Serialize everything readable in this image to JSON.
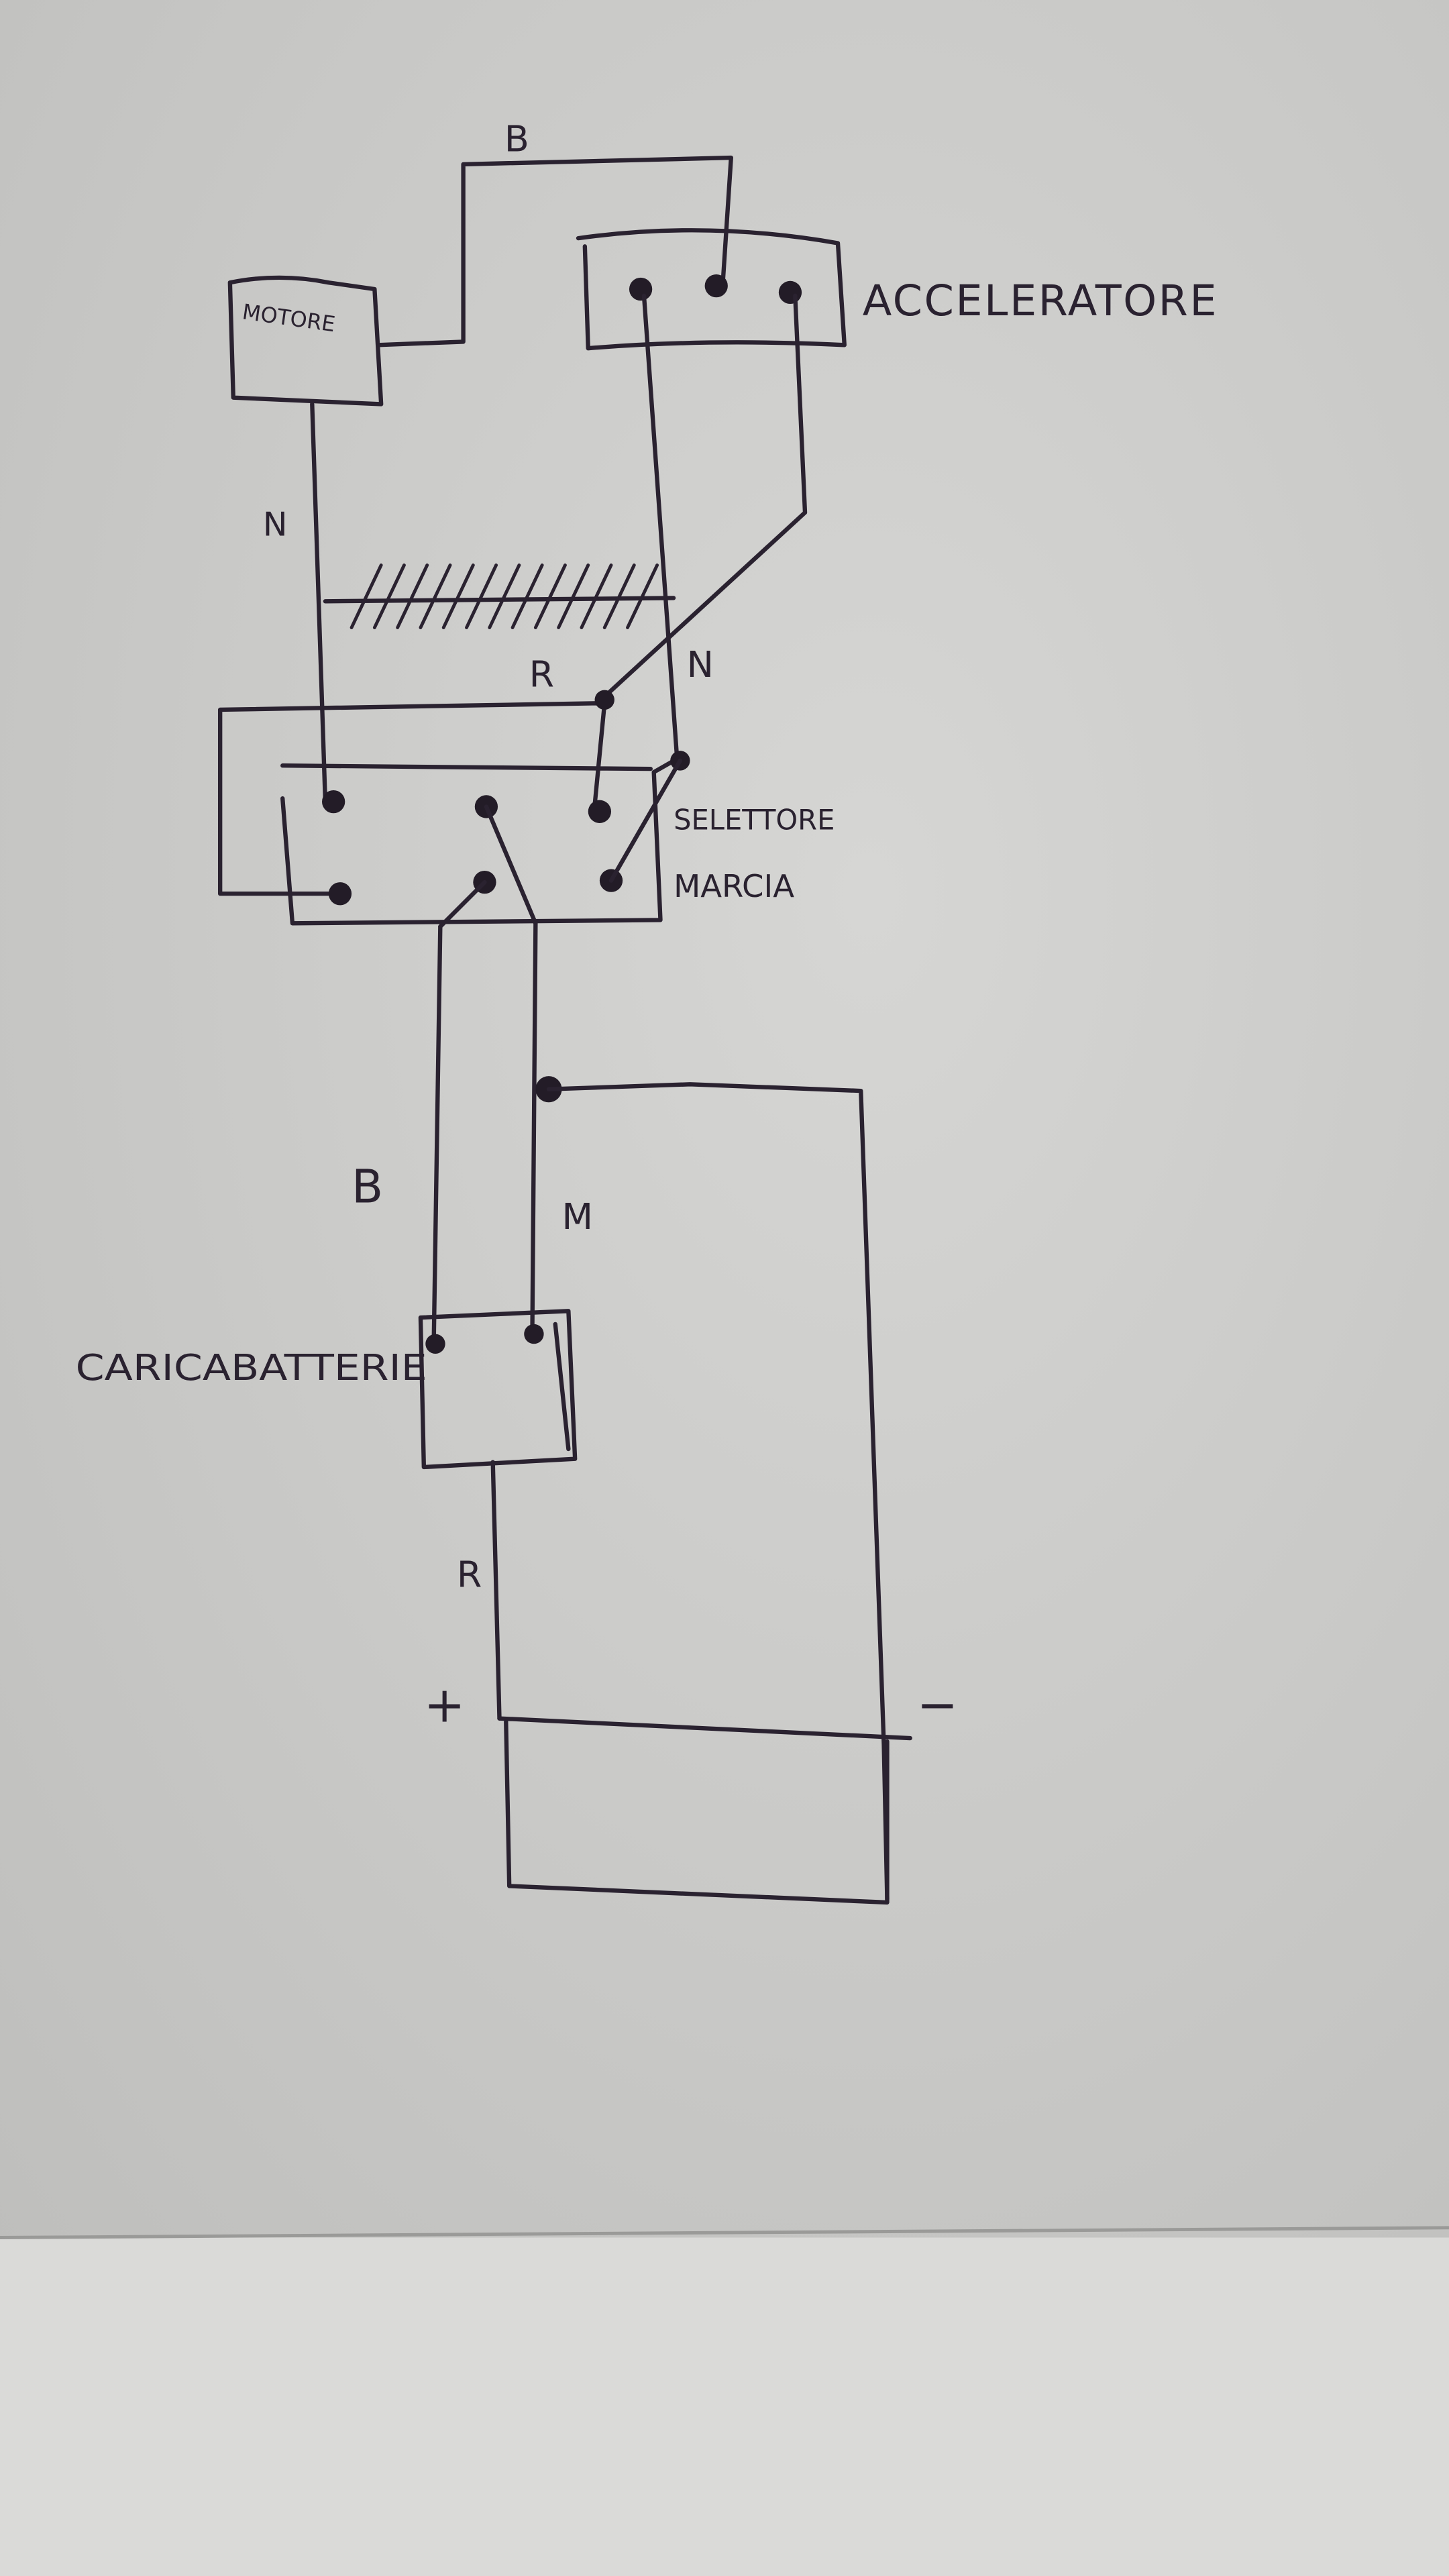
{
  "diagram": {
    "components": {
      "motor": "MOTORE",
      "accelerator": "ACCELERATORE",
      "gear_selector_line1": "SELETTORE",
      "gear_selector_line2": "MARCIA",
      "charger": "CARICABATTERIE",
      "battery_positive": "+",
      "battery_negative": "−"
    },
    "wire_labels": {
      "top_wire": "B",
      "motor_wire": "N",
      "selector_r": "R",
      "selector_n": "N",
      "charger_b": "B",
      "charger_m": "M",
      "battery_r": "R"
    },
    "colors": {
      "ink": "#2a2230",
      "paper": "#cfcfcd",
      "board": "#dcdcda"
    }
  }
}
